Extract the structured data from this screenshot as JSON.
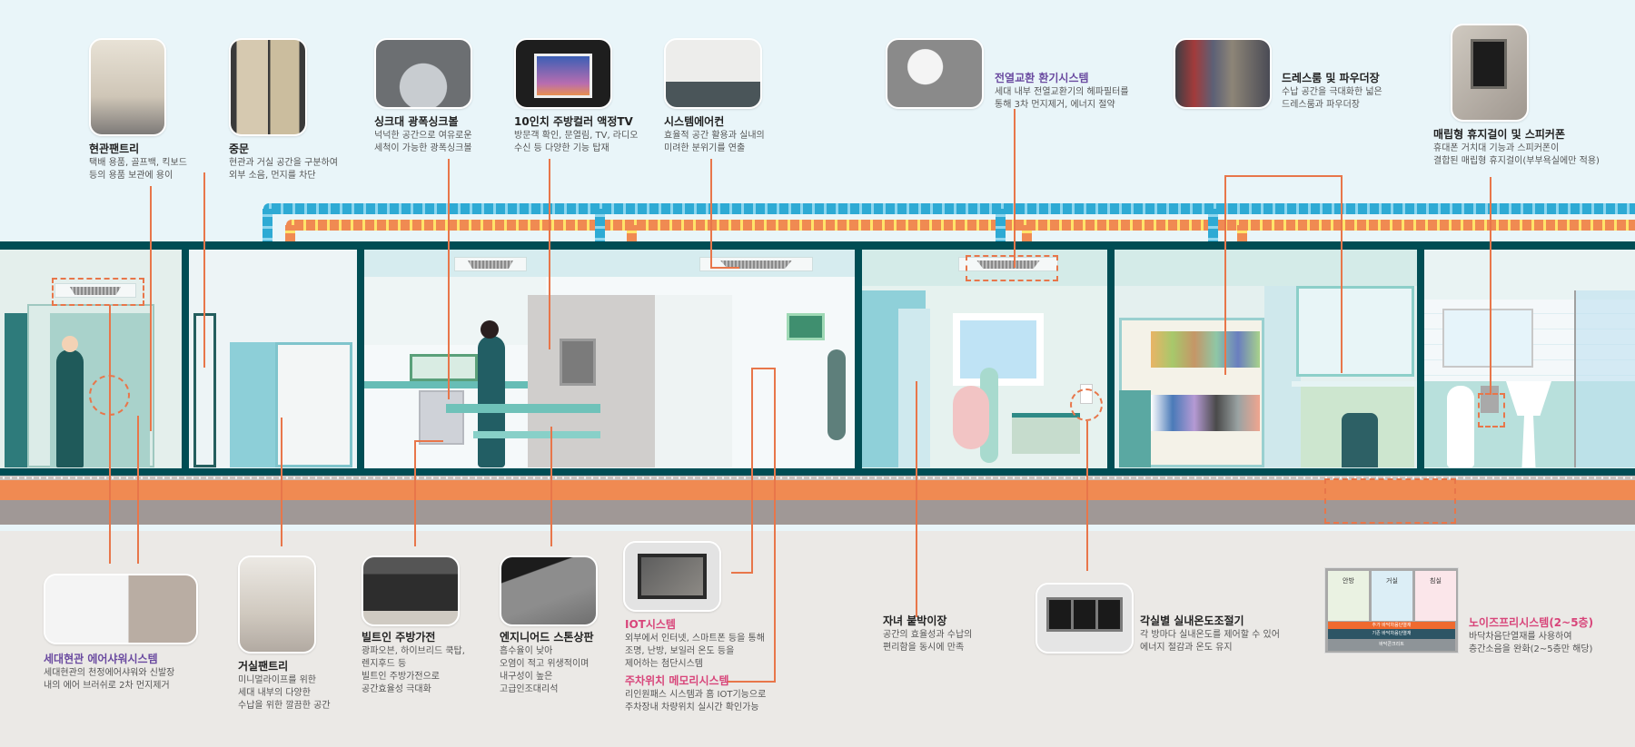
{
  "top_features": [
    {
      "id": "entrance-pantry",
      "title": "현관팬트리",
      "desc": "택배 용품, 골프백, 킥보드\n등의 용품 보관에 용이",
      "title_color": "default"
    },
    {
      "id": "middle-door",
      "title": "중문",
      "desc": "현관과 거실 공간을 구분하여\n외부 소음, 먼지를 차단",
      "title_color": "default"
    },
    {
      "id": "wide-sink",
      "title": "싱크대 광폭싱크볼",
      "desc": "넉넉한 공간으로 여유로운\n세척이 가능한 광폭싱크볼",
      "title_color": "default"
    },
    {
      "id": "kitchen-tv",
      "title": "10인치 주방컬러 액정TV",
      "desc": "방문객 확인, 문열림, TV, 라디오\n수신 등 다양한 기능 탑재",
      "title_color": "default"
    },
    {
      "id": "system-aircon",
      "title": "시스템에어컨",
      "desc": "효율적 공간 활용과 실내의\n미려한 분위기를 연출",
      "title_color": "default"
    },
    {
      "id": "heat-exchange-vent",
      "title": "전열교환 환기시스템",
      "desc": "세대 내부 전열교환기의 헤파필터를\n통해 3차 먼지제거, 에너지 절약",
      "title_color": "purple"
    },
    {
      "id": "dressroom",
      "title": "드레스룸 및 파우더장",
      "desc": "수납 공간을 극대화한 넓은\n드레스룸과 파우더장",
      "title_color": "default"
    },
    {
      "id": "tissue-holder",
      "title": "매립형 휴지걸이 및 스피커폰",
      "desc": "휴대폰 거치대 기능과 스피커폰이\n결합된 매립형 휴지걸이(부부욕실에만 적용)",
      "title_color": "default"
    }
  ],
  "bottom_features": [
    {
      "id": "air-shower",
      "title": "세대현관 에어샤워시스템",
      "desc": "세대현관의 천정에어샤워와 신발장\n내의 에어 브러쉬로 2차 먼지제거",
      "title_color": "purple"
    },
    {
      "id": "living-pantry",
      "title": "거실팬트리",
      "desc": "미니멀라이프를 위한\n세대 내부의 다양한\n수납을 위한 깔끔한 공간",
      "title_color": "default"
    },
    {
      "id": "builtin-appliance",
      "title": "빌트인 주방가전",
      "desc": "광파오븐, 하이브리드 쿡탑,\n렌지후드 등\n빌트인 주방가전으로\n공간효율성 극대화",
      "title_color": "default"
    },
    {
      "id": "stone-countertop",
      "title": "엔지니어드 스톤상판",
      "desc": "흡수율이 낮아\n오염이 적고 위생적이며\n내구성이 높은\n고급인조대리석",
      "title_color": "default"
    },
    {
      "id": "iot-system",
      "title": "IOT시스템",
      "desc": "외부에서 인터넷, 스마트폰 등을 통해\n조명, 난방, 보일러 온도 등을\n제어하는 첨단시스템",
      "title_color": "pink"
    },
    {
      "id": "parking-memory",
      "title": "주차위치 메모리시스템",
      "desc": "리인원패스 시스템과 홈 IOT기능으로\n주차장내 차량위치 실시간 확인가능",
      "title_color": "pink"
    },
    {
      "id": "kids-closet",
      "title": "자녀 붙박이장",
      "desc": "공간의 효율성과 수납의\n편리함을 동시에 만족",
      "title_color": "default"
    },
    {
      "id": "room-thermostat",
      "title": "각실별 실내온도조절기",
      "desc": "각 방마다 실내온도를 제어할 수 있어\n에너지 절감과 온도 유지",
      "title_color": "default"
    },
    {
      "id": "noise-free",
      "title": "노이즈프리시스템(2~5층)",
      "desc": "바닥차음단열재를 사용하여\n층간소음을 완화(2~5층만 해당)",
      "title_color": "pink"
    }
  ],
  "noise_diagram": {
    "rooms": [
      "안방",
      "거실",
      "침실"
    ],
    "layers": [
      "추가 바닥차음단열재",
      "기존 바닥차음단열재",
      "바닥콘크리트"
    ]
  },
  "colors": {
    "sky": "#e9f5f9",
    "ground": "#ebe9e6",
    "wall": "#004d54",
    "duct_supply": "#2eaad4",
    "duct_exhaust": "#f08a52",
    "leader_line": "#e8764a",
    "slab_orange": "#f08a52",
    "slab_grey": "#a09896",
    "title_purple": "#6a4aa0",
    "title_pink": "#d8457a"
  }
}
